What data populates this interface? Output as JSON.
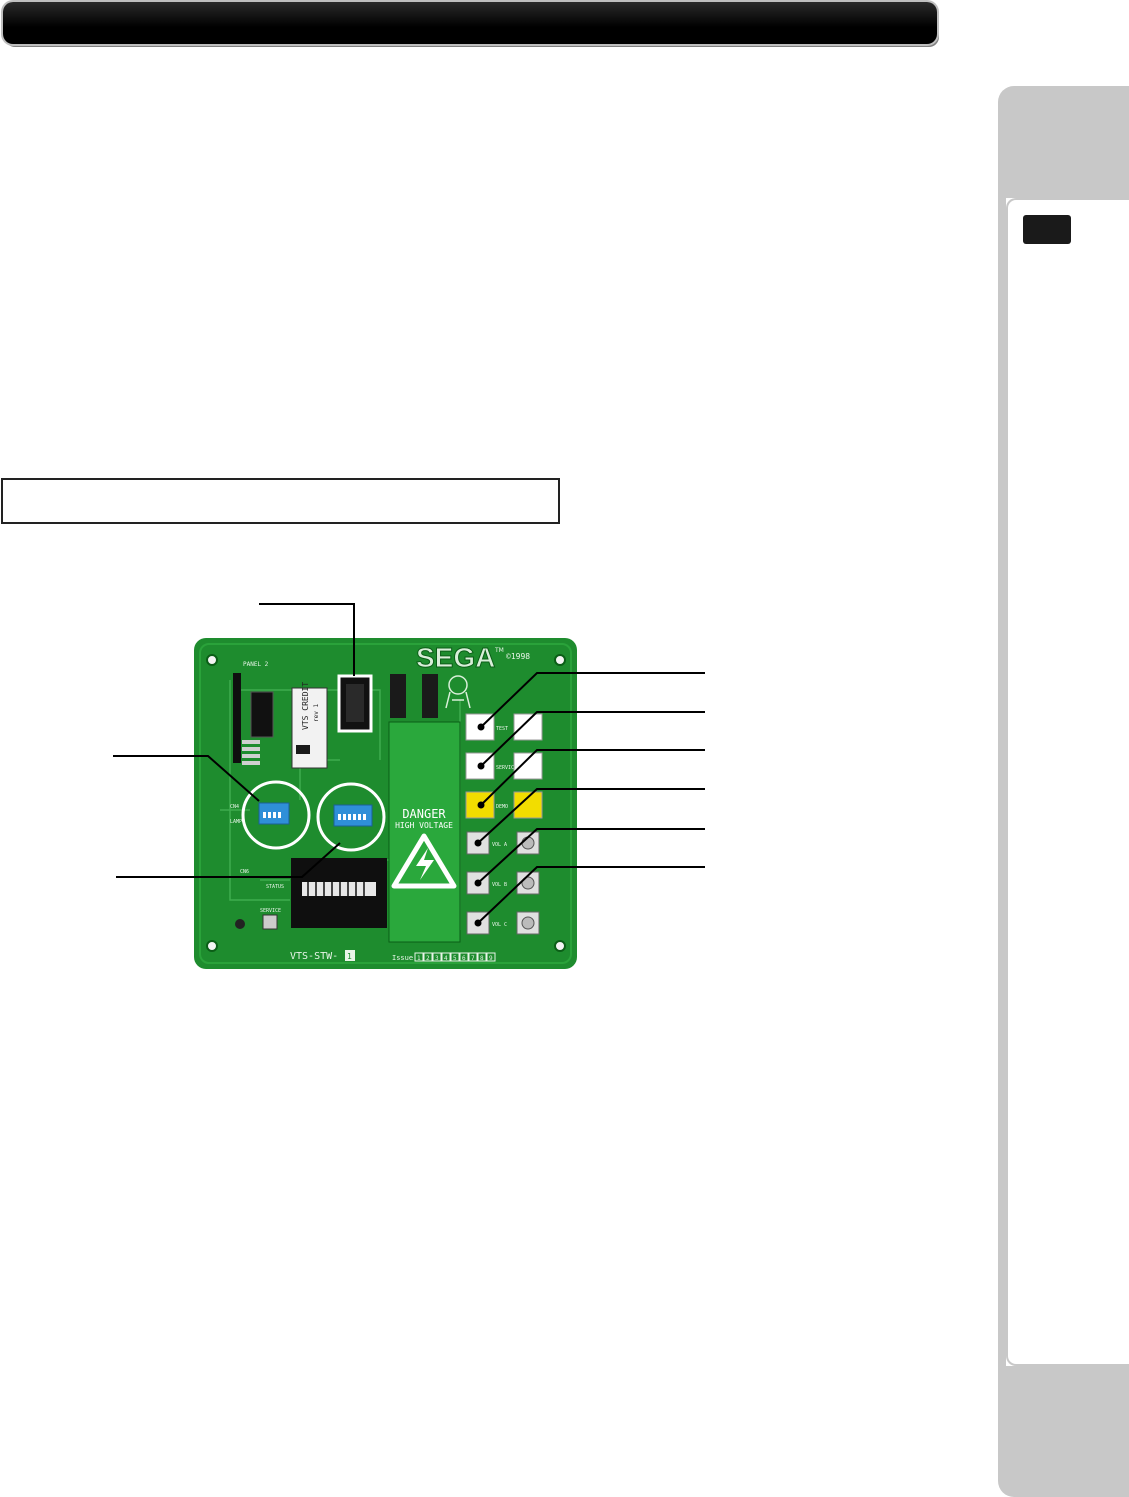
{
  "board": {
    "brand": "SEGA",
    "tm": "TM",
    "copyright": "©1998",
    "panel_label": "PANEL 2",
    "chip_label": "VTS CREDIT",
    "chip_rev": "rev 1",
    "danger": "DANGER",
    "high_voltage": "HIGH VOLTAGE",
    "cn4": "CN4",
    "lamp": "LAMP",
    "cn6": "CN6",
    "status": "STATUS",
    "service": "SERVICE",
    "test": "TEST",
    "service_btn": "SERVICE",
    "demo": "DEMO",
    "vol_a": "VOL A",
    "vol_b": "VOL B",
    "vol_c": "VOL C",
    "model": "VTS-STW-",
    "model_suffix": "1",
    "issue": "Issue",
    "issue_digits": [
      "1",
      "2",
      "3",
      "4",
      "5",
      "6",
      "7",
      "8",
      "9"
    ]
  },
  "colors": {
    "pcb": "#1e8c2e",
    "silk": "#e8f5e8",
    "dip": "#2f8fd8",
    "yellow_btn": "#f2dd00"
  }
}
